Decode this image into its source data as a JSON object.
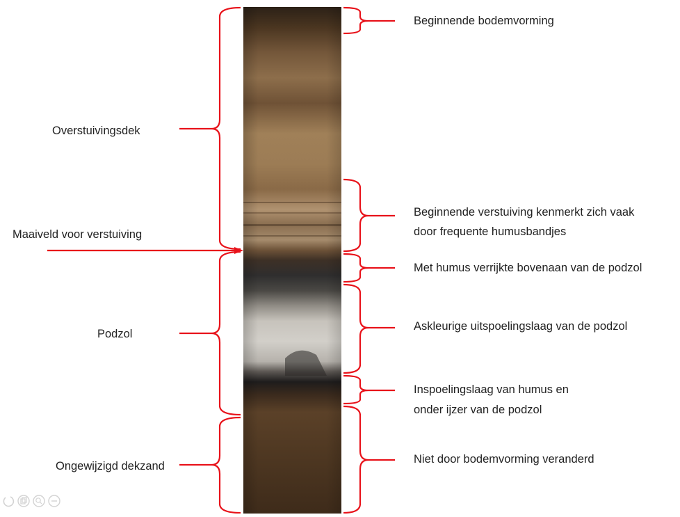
{
  "labels_left": {
    "overstuivingsdek": "Overstuivingsdek",
    "maaiveld": "Maaiveld voor verstuiving",
    "podzol": "Podzol",
    "ongewijzigd": "Ongewijzigd dekzand"
  },
  "labels_right": {
    "beginnende_bodemvorming": "Beginnende bodemvorming",
    "beginnende_verstuiving_1": "Beginnende verstuiving kenmerkt zich vaak",
    "beginnende_verstuiving_2": "door frequente humusbandjes",
    "humus_bovenaan": "Met humus verrijkte bovenaan van de podzol",
    "askleurig": "Askleurige uitspoelingslaag van de podzol",
    "inspoeling_1": "Inspoelingslaag van humus en",
    "inspoeling_2": "onder ijzer van de podzol",
    "niet_veranderd": "Niet door bodemvorming veranderd"
  },
  "colors": {
    "bracket": "#e8121a",
    "text": "#222222",
    "sand_light": "#9a7a4e",
    "sand_dark": "#5a4128",
    "humus": "#2e2c2b",
    "bleached": "#c9c6c0"
  },
  "icons": [
    "viewer-rotate-icon",
    "viewer-copy-icon",
    "viewer-zoom-icon",
    "viewer-minus-icon"
  ]
}
